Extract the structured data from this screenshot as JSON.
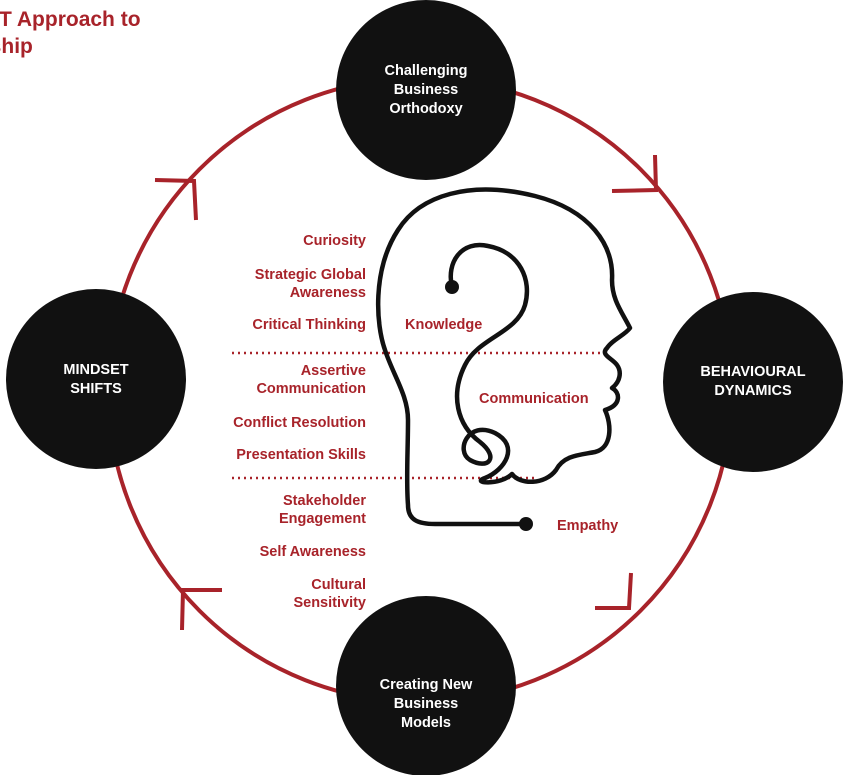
{
  "title": {
    "line1": "GIFT Approach to",
    "line2": "lership"
  },
  "nodes": {
    "top": [
      "Challenging",
      "Business",
      "Orthodoxy"
    ],
    "right": [
      "BEHAVIOURAL",
      "DYNAMICS"
    ],
    "bottom": [
      "Creating New",
      "Business",
      "Models"
    ],
    "left": [
      "MINDSET",
      "SHIFTS"
    ]
  },
  "skills": {
    "knowledge": [
      "Curiosity",
      "Strategic Global\nAwareness",
      "Critical Thinking"
    ],
    "communication": [
      "Assertive\nCommunication",
      "Conflict Resolution",
      "Presentation Skills"
    ],
    "empathy": [
      "Stakeholder\nEngagement",
      "Self Awareness",
      "Cultural\nSensitivity"
    ]
  },
  "head_labels": {
    "knowledge": "Knowledge",
    "communication": "Communication",
    "empathy": "Empathy"
  },
  "colors": {
    "accent": "#a8232a",
    "node": "#111111",
    "line": "#111111"
  }
}
